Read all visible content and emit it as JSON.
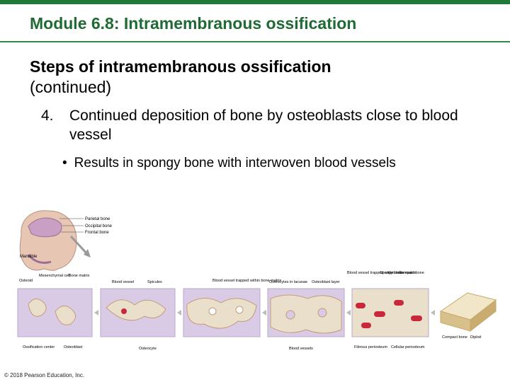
{
  "slide": {
    "module_title": "Module 6.8: Intramembranous ossification",
    "heading_bold": "Steps of intramembranous ossification",
    "heading_rest": "(continued)",
    "step_number": "4.",
    "step_text": "Continued deposition of bone by osteoblasts close to blood vessel",
    "bullet_symbol": "•",
    "bullet_text": "Results in spongy bone with interwoven blood vessels",
    "copyright": "© 2018 Pearson Education, Inc."
  },
  "figure": {
    "skull_labels": {
      "parietal": "Parietal bone",
      "occipital": "Occipital bone",
      "frontal": "Frontal bone",
      "mandible": "Mandible"
    },
    "panel1": {
      "top_left": "Osteoid",
      "top_mid": "Mesenchymal cell",
      "top_right": "Bone matrix",
      "bottom_left": "Ossification center",
      "bottom_right": "Osteoblast"
    },
    "panel2": {
      "top_left": "Blood vessel",
      "top_right": "Spicules",
      "bottom": "Osteocyte"
    },
    "panel3": {
      "top": "Blood vessel trapped within bone matrix"
    },
    "panel4": {
      "top_left": "Osteocytes in lacunae",
      "top_right": "Osteoblast layer",
      "bottom": "Blood vessels"
    },
    "panel5": {
      "top_left": "Blood vessel trapped within bone matrix",
      "top_mid": "Spongy bone",
      "top_right": "Compact bone",
      "bottom_left": "Fibrous periosteum",
      "bottom_right": "Cellular periosteum"
    },
    "panel6": {
      "bottom_left": "Compact bone",
      "bottom_right": "Diploë"
    },
    "colors": {
      "title_green": "#1f6b33",
      "tissue": "#d9cbe6",
      "bone": "#eadfca",
      "vessel": "#c8283a"
    }
  }
}
